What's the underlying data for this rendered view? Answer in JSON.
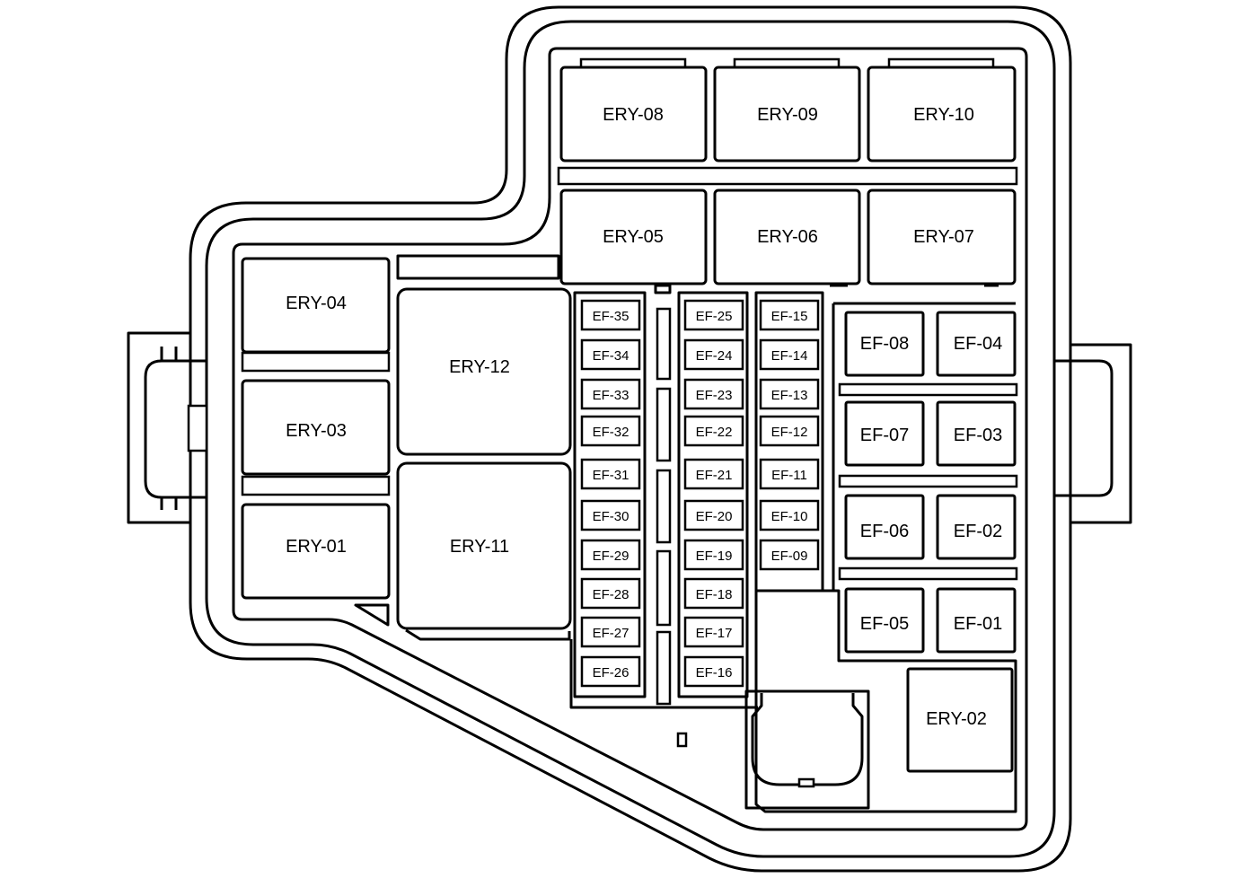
{
  "relays": {
    "ery_01": "ERY-01",
    "ery_02": "ERY-02",
    "ery_03": "ERY-03",
    "ery_04": "ERY-04",
    "ery_05": "ERY-05",
    "ery_06": "ERY-06",
    "ery_07": "ERY-07",
    "ery_08": "ERY-08",
    "ery_09": "ERY-09",
    "ery_10": "ERY-10",
    "ery_11": "ERY-11",
    "ery_12": "ERY-12"
  },
  "large_fuses": {
    "ef_01": "EF-01",
    "ef_02": "EF-02",
    "ef_03": "EF-03",
    "ef_04": "EF-04",
    "ef_05": "EF-05",
    "ef_06": "EF-06",
    "ef_07": "EF-07",
    "ef_08": "EF-08"
  },
  "fuse_columns": {
    "left": [
      "EF-35",
      "EF-34",
      "EF-33",
      "EF-32",
      "EF-31",
      "EF-30",
      "EF-29",
      "EF-28",
      "EF-27",
      "EF-26"
    ],
    "middle": [
      "EF-25",
      "EF-24",
      "EF-23",
      "EF-22",
      "EF-21",
      "EF-20",
      "EF-19",
      "EF-18",
      "EF-17",
      "EF-16"
    ],
    "right": [
      "EF-15",
      "EF-14",
      "EF-13",
      "EF-12",
      "EF-11",
      "EF-10",
      "EF-09"
    ]
  }
}
